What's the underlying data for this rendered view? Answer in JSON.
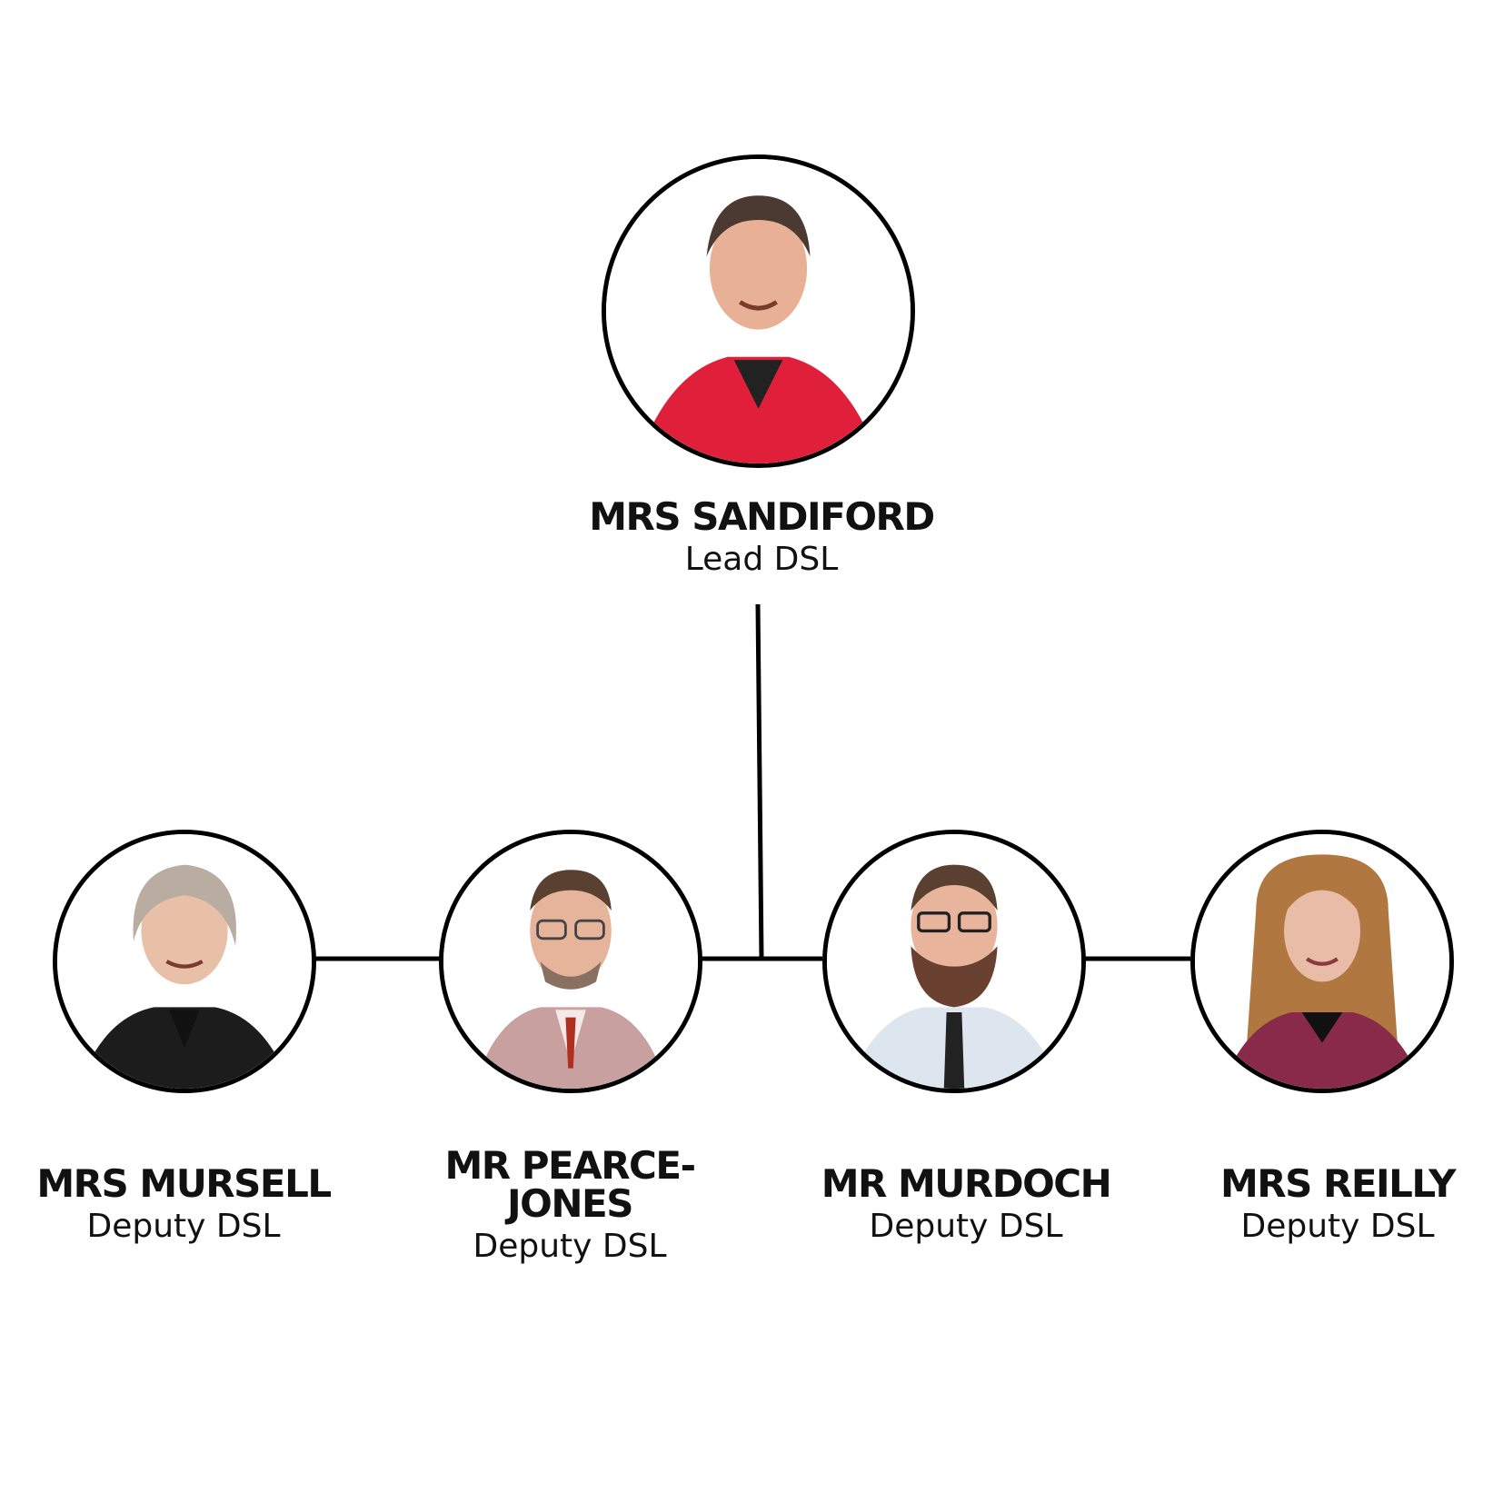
{
  "lead": {
    "name": "MRS SANDIFORD",
    "role": "Lead DSL"
  },
  "deputies": [
    {
      "name": "MRS MURSELL",
      "role": "Deputy DSL"
    },
    {
      "name_line1": "MR PEARCE-",
      "name_line2": "JONES",
      "role": "Deputy DSL"
    },
    {
      "name": "MR MURDOCH",
      "role": "Deputy DSL"
    },
    {
      "name": "MRS REILLY",
      "role": "Deputy DSL"
    }
  ],
  "colors": {
    "line": "#000000",
    "text": "#111111",
    "background": "#ffffff"
  }
}
